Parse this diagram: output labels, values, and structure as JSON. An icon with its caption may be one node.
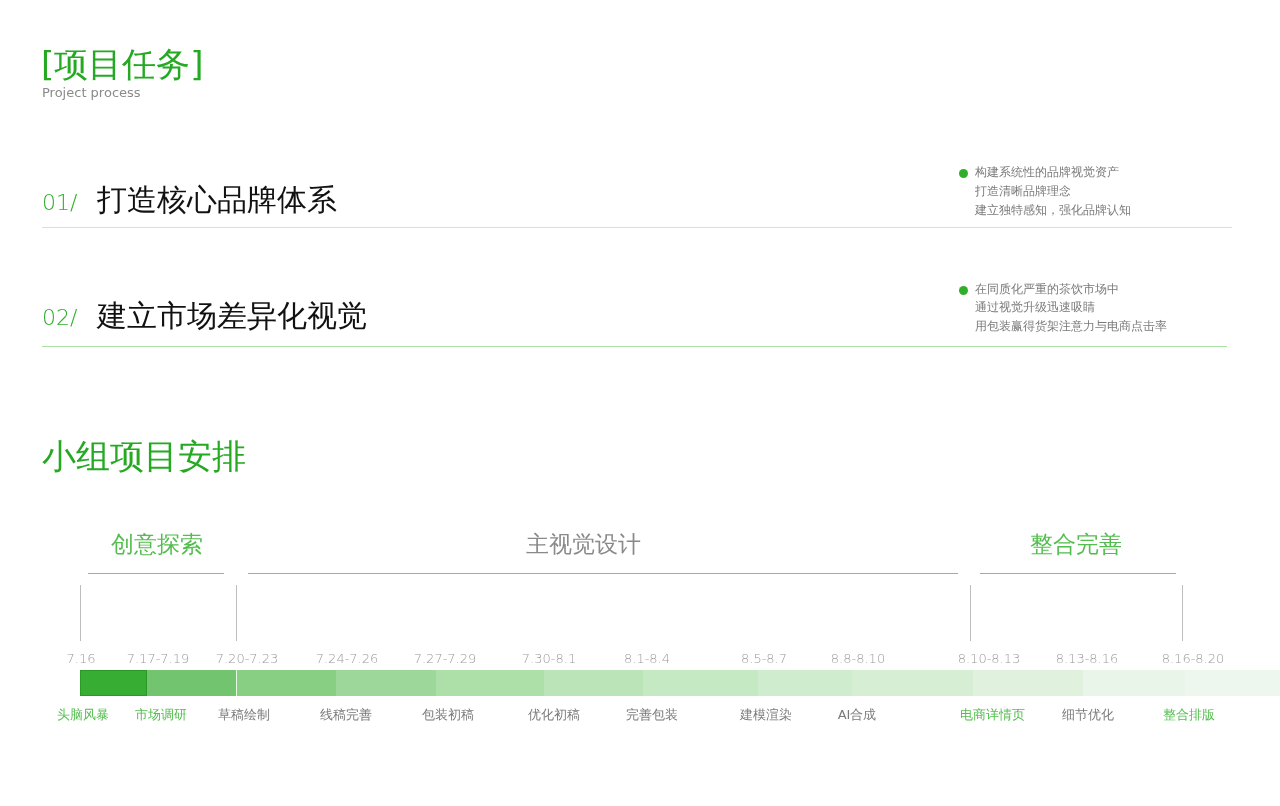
{
  "diagram": {
    "title": "[项目任务]",
    "nodes": [
      {
        "text": [],
        "shape": "bar",
        "beside": [
          "7.16",
          "头脑风暴"
        ]
      },
      {
        "text": [],
        "shape": "bar",
        "beside": [
          "7.17-7.19",
          "市场调研"
        ]
      },
      {
        "text": [],
        "shape": "bar",
        "beside": [
          "7.20-7.23",
          "草稿绘制"
        ]
      },
      {
        "text": [],
        "shape": "bar",
        "beside": [
          "7.24-7.26",
          "线稿完善"
        ]
      },
      {
        "text": [],
        "shape": "bar",
        "beside": [
          "7.27-7.29",
          "包装初稿"
        ]
      },
      {
        "text": [],
        "shape": "bar",
        "beside": [
          "7.30-8.1",
          "优化初稿"
        ]
      },
      {
        "text": [],
        "shape": "bar",
        "beside": [
          "8.1-8.4",
          "完善包装"
        ]
      },
      {
        "text": [],
        "shape": "bar",
        "beside": [
          "8.5-8.7",
          "建模渲染"
        ]
      },
      {
        "text": [],
        "shape": "bar",
        "beside": [
          "8.8-8.10",
          "AI合成"
        ]
      },
      {
        "text": [],
        "shape": "bar",
        "beside": [
          "8.10-8.13",
          "电商详情页"
        ]
      },
      {
        "text": [],
        "shape": "bar",
        "beside": [
          "8.13-8.16",
          "细节优化"
        ]
      },
      {
        "text": [],
        "shape": "bar",
        "beside": [
          "8.16-8.20",
          "整合排版"
        ]
      }
    ],
    "labels": [
      "Project process",
      "01/",
      "打造核心品牌体系",
      "构建系统性的品牌视觉资产",
      "打造清晰品牌理念",
      "建立独特感知，强化品牌认知",
      "02/",
      "建立市场差异化视觉",
      "在同质化严重的茶饮市场中",
      "通过视觉升级迅速吸睛",
      "用包装赢得货架注意力与电商点击率",
      "小组项目安排",
      "创意探索",
      "主视觉设计",
      "整合完善"
    ]
  }
}
